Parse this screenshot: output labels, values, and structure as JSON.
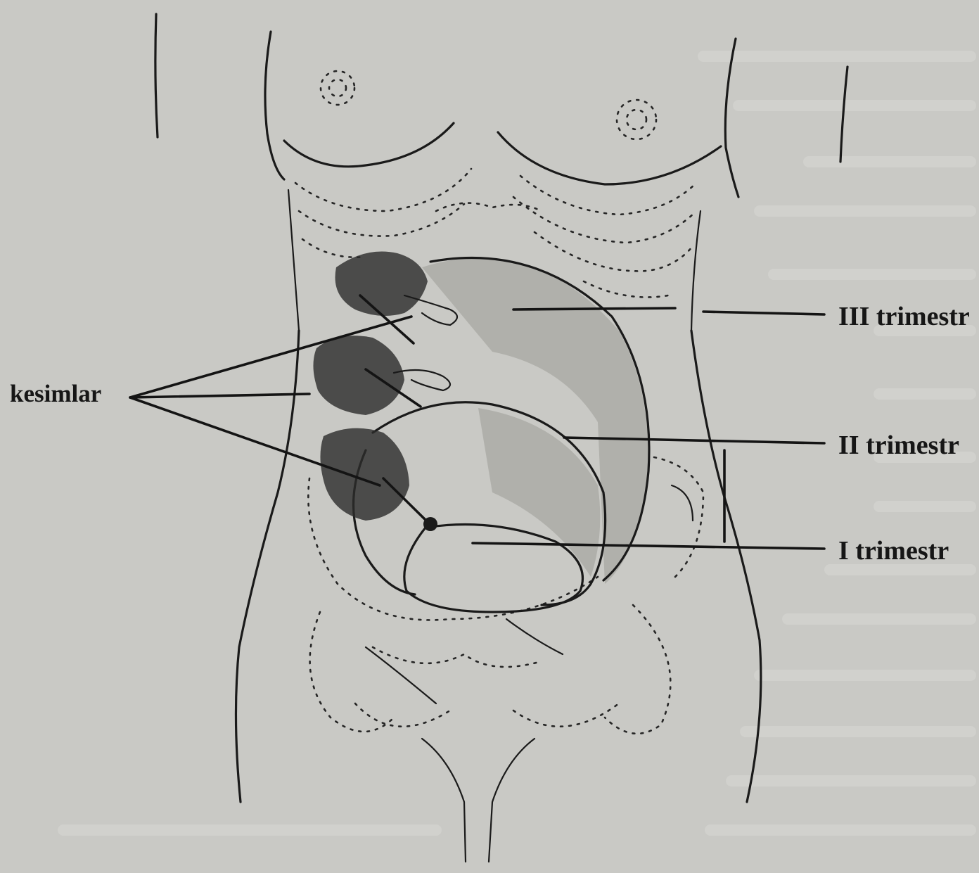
{
  "figure": {
    "labels": {
      "kesimlar": "kesimlar",
      "trimester_3": "III trimestr",
      "trimester_2": "II trimestr",
      "trimester_1": "I trimestr"
    }
  }
}
